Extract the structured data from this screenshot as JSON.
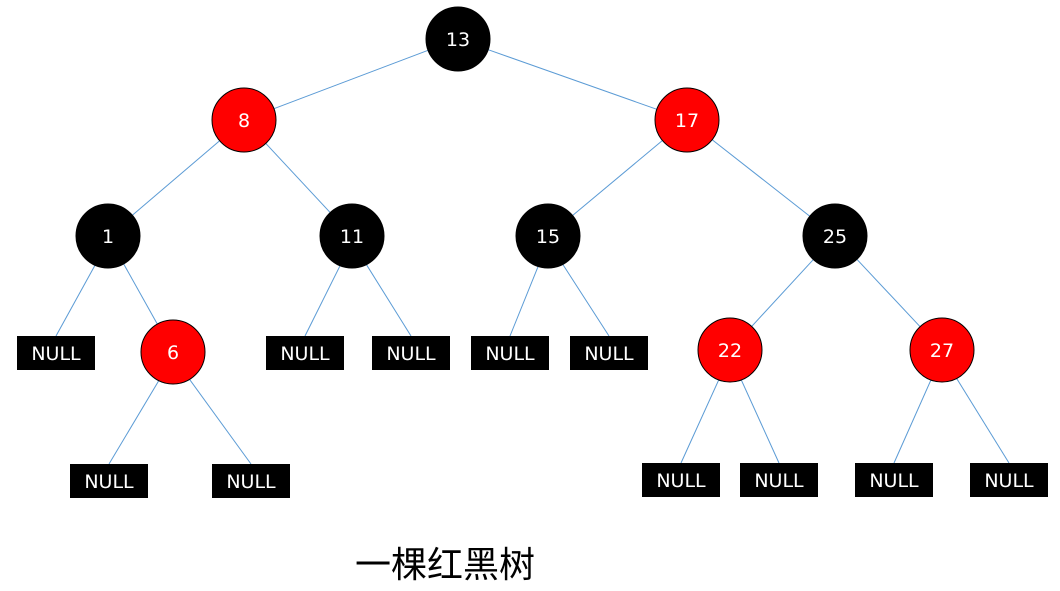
{
  "caption": "一棵红黑树",
  "colors": {
    "red": "#ff0000",
    "black": "#000000",
    "edge": "#5b9bd5",
    "null_fill": "#000000",
    "label": "#ffffff"
  },
  "nodes": [
    {
      "id": "n13",
      "label": "13",
      "color": "black"
    },
    {
      "id": "n8",
      "label": "8",
      "color": "red"
    },
    {
      "id": "n17",
      "label": "17",
      "color": "red"
    },
    {
      "id": "n1",
      "label": "1",
      "color": "black"
    },
    {
      "id": "n11",
      "label": "11",
      "color": "black"
    },
    {
      "id": "n15",
      "label": "15",
      "color": "black"
    },
    {
      "id": "n25",
      "label": "25",
      "color": "black"
    },
    {
      "id": "n6",
      "label": "6",
      "color": "red"
    },
    {
      "id": "n22",
      "label": "22",
      "color": "red"
    },
    {
      "id": "n27",
      "label": "27",
      "color": "red"
    }
  ],
  "null_leaves": [
    {
      "id": "null1",
      "label": "NULL",
      "parent": "n1"
    },
    {
      "id": "null2",
      "label": "NULL",
      "parent": "n6"
    },
    {
      "id": "null3",
      "label": "NULL",
      "parent": "n6"
    },
    {
      "id": "null4",
      "label": "NULL",
      "parent": "n11"
    },
    {
      "id": "null5",
      "label": "NULL",
      "parent": "n11"
    },
    {
      "id": "null6",
      "label": "NULL",
      "parent": "n15"
    },
    {
      "id": "null7",
      "label": "NULL",
      "parent": "n15"
    },
    {
      "id": "null8",
      "label": "NULL",
      "parent": "n22"
    },
    {
      "id": "null9",
      "label": "NULL",
      "parent": "n22"
    },
    {
      "id": "null10",
      "label": "NULL",
      "parent": "n27"
    },
    {
      "id": "null11",
      "label": "NULL",
      "parent": "n27"
    }
  ],
  "edges": [
    [
      "n13",
      "n8"
    ],
    [
      "n13",
      "n17"
    ],
    [
      "n8",
      "n1"
    ],
    [
      "n8",
      "n11"
    ],
    [
      "n17",
      "n15"
    ],
    [
      "n17",
      "n25"
    ],
    [
      "n1",
      "null1"
    ],
    [
      "n1",
      "n6"
    ],
    [
      "n6",
      "null2"
    ],
    [
      "n6",
      "null3"
    ],
    [
      "n11",
      "null4"
    ],
    [
      "n11",
      "null5"
    ],
    [
      "n15",
      "null6"
    ],
    [
      "n15",
      "null7"
    ],
    [
      "n25",
      "n22"
    ],
    [
      "n25",
      "n27"
    ],
    [
      "n22",
      "null8"
    ],
    [
      "n22",
      "null9"
    ],
    [
      "n27",
      "null10"
    ],
    [
      "n27",
      "null11"
    ]
  ]
}
